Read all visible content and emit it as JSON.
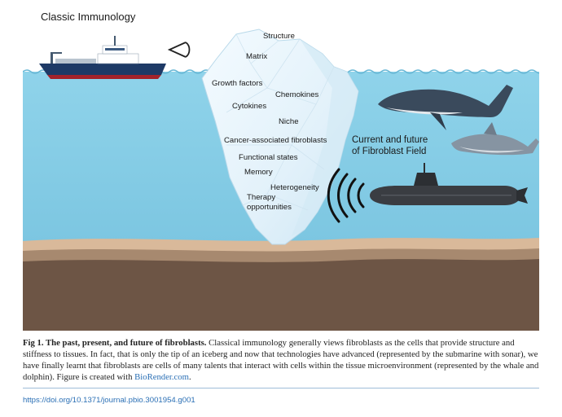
{
  "figure": {
    "title": "Classic Immunology",
    "iceberg_terms": {
      "structure": "Structure",
      "matrix": "Matrix",
      "growth_factors": "Growth factors",
      "chemokines": "Chemokines",
      "cytokines": "Cytokines",
      "niche": "Niche",
      "cafs": "Cancer-associated fibroblasts",
      "functional_states": "Functional states",
      "memory": "Memory",
      "heterogeneity": "Heterogeneity",
      "therapy_line1": "Therapy",
      "therapy_line2": "opportunities"
    },
    "field_label_line1": "Current and future",
    "field_label_line2": "of Fibroblast Field",
    "colors": {
      "sky": "#ffffff",
      "water": "#8fd1e8",
      "sand": "#d8b899",
      "sediment": "#a98a73",
      "seabed": "#6e5647",
      "ship_hull": "#1e3a66",
      "ship_hull_bottom": "#a3232b",
      "submarine": "#3a3d42",
      "iceberg": "#e8f4fb"
    }
  },
  "caption": {
    "fig_label": "Fig 1. The past, present, and future of fibroblasts.",
    "text": " Classical immunology generally views fibroblasts as the cells that provide structure and stiffness to tissues. In fact, that is only the tip of an iceberg and now that technologies have advanced (represented by the submarine with sonar), we have finally learnt that fibroblasts are cells of many talents that interact with cells within the tissue microenvironment (represented by the whale and dolphin). Figure is created with ",
    "link_text": "BioRender.com",
    "end": "."
  },
  "doi": "https://doi.org/10.1371/journal.pbio.3001954.g001"
}
